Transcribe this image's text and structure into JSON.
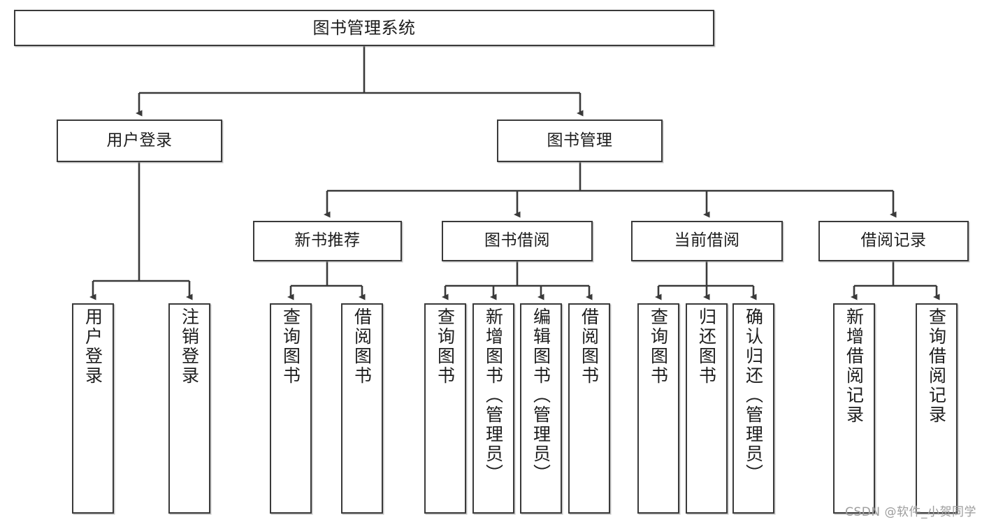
{
  "diagram": {
    "title": "图书管理系统",
    "type": "tree-hierarchy-chart",
    "colors": {
      "border": "#3a3a3a",
      "background": "#ffffff",
      "text": "#1d1d1d",
      "watermark": "#9d9d9d"
    },
    "nodes": {
      "root": {
        "label": "图书管理系统"
      },
      "level2": [
        {
          "label": "用户登录"
        },
        {
          "label": "图书管理"
        }
      ],
      "level3": [
        {
          "label": "新书推荐"
        },
        {
          "label": "图书借阅"
        },
        {
          "label": "当前借阅"
        },
        {
          "label": "借阅记录"
        }
      ],
      "leaves_user_login": [
        {
          "label": "用户登录"
        },
        {
          "label": "注销登录"
        }
      ],
      "leaves_new_book": [
        {
          "label": "查询图书"
        },
        {
          "label": "借阅图书"
        }
      ],
      "leaves_borrow": [
        {
          "label": "查询图书"
        },
        {
          "label": "新增图书（管理员）"
        },
        {
          "label": "编辑图书（管理员）"
        },
        {
          "label": "借阅图书"
        }
      ],
      "leaves_current": [
        {
          "label": "查询图书"
        },
        {
          "label": "归还图书"
        },
        {
          "label": "确认归还（管理员）"
        }
      ],
      "leaves_records": [
        {
          "label": "新增借阅记录"
        },
        {
          "label": "查询借阅记录"
        }
      ]
    },
    "watermark": "CSDN @软件_小贺同学"
  }
}
